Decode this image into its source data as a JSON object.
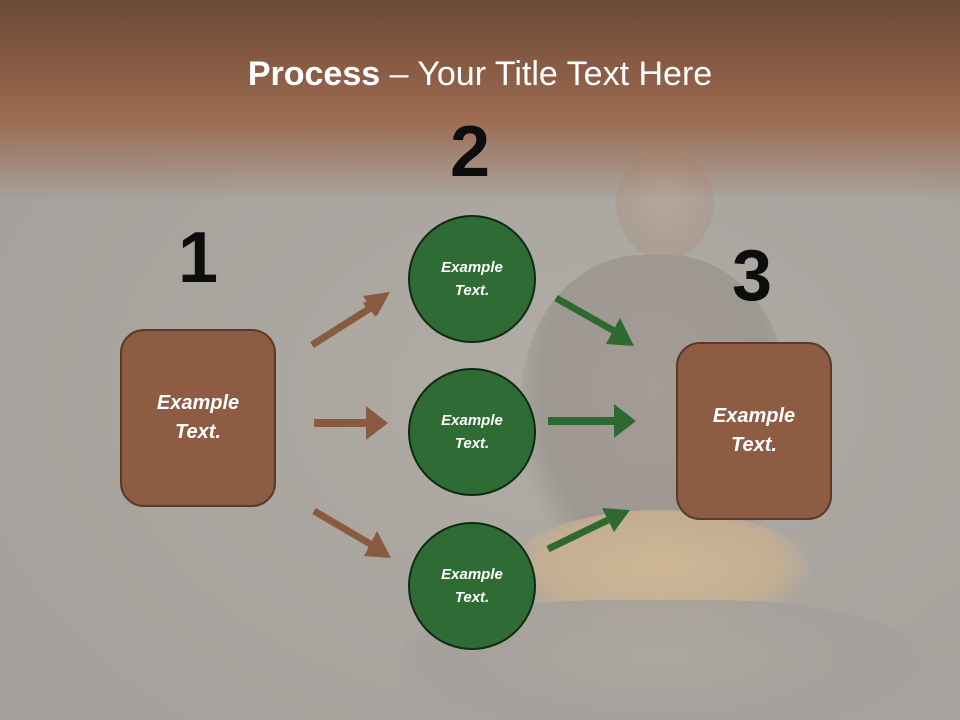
{
  "slide": {
    "title_bold": "Process",
    "title_rest": " – Your Title Text Here",
    "steps": {
      "n1": "1",
      "n2": "2",
      "n3": "3"
    },
    "left_box": "Example\nText.",
    "middle_circles": [
      "Example\nText.",
      "Example\nText.",
      "Example\nText."
    ],
    "right_box": "Example\nText."
  },
  "colors": {
    "brown": "#8e5b43",
    "green": "#2f6b34",
    "brown_arrow": "#8a5a40",
    "green_arrow": "#2e6a30"
  }
}
